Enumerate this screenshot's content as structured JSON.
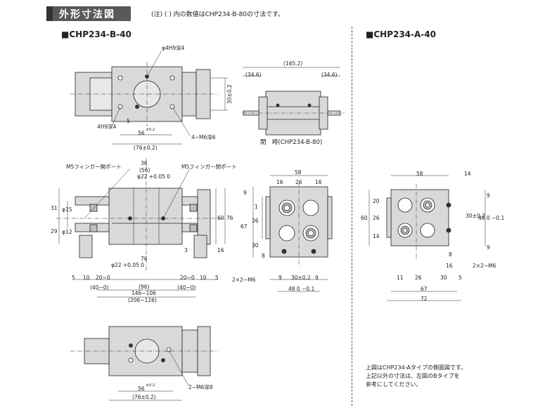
{
  "header": {
    "title": "外形寸法図",
    "note": "(注) ( ) 内の数値はCHP234-B-80の寸法です。"
  },
  "sections": {
    "left": "■CHP234-B-40",
    "right": "■CHP234-A-40"
  },
  "top_view": {
    "callout_bore": "φ4H9深4",
    "callout_bore2": "4H9深4",
    "callout_tap": "4−M6深6",
    "dim_width": "56",
    "dim_width_tol": "±0.2",
    "dim_width_alt": "(76±0.2)",
    "dim_small": "5",
    "dim_height": "30±0.2"
  },
  "closed_view": {
    "dim_total": "(165.2)",
    "dim_left": "(34.6)",
    "dim_right": "(34.6)",
    "caption": "閉　時(CHP234-B-80)"
  },
  "front_view": {
    "port_left": "M5フィンガー開ポート",
    "port_right": "M5フィンガー閉ポート",
    "dim_36": "36",
    "dim_56": "(56)",
    "bore_top": "φ22 +0.05 0",
    "dim_31": "31",
    "dim_29": "29",
    "dia_15": "φ15",
    "dia_12": "φ12",
    "dim_60": "60",
    "dim_76": "76",
    "dim_16": "16",
    "dim_3": "3",
    "bore_bottom": "φ22 +0.05 0",
    "dim_76b": "76",
    "dim_96": "(96)",
    "dim_5a": "5",
    "dim_10a": "10",
    "dim_20a": "20~0",
    "dim_40a": "(40~0)",
    "dim_20b": "20~0",
    "dim_40b": "(40~0)",
    "dim_10b": "10",
    "dim_5b": "5",
    "dim_range": "146~106",
    "dim_range_alt": "(206~126)"
  },
  "side_view_b": {
    "dim_58": "58",
    "dim_16a": "16",
    "dim_26": "26",
    "dim_16b": "16",
    "dim_9": "9",
    "dim_1": "1",
    "dim_26v": "26",
    "dim_67": "67",
    "dim_30": "30",
    "dim_8": "8",
    "dim_2x2": "2×2−M6",
    "dim_9a": "9",
    "dim_30b": "30±0.2",
    "dim_9b": "9",
    "dim_48": "48 0 −0.1"
  },
  "bottom_view": {
    "dim_56": "56",
    "dim_56_tol": "±0.2",
    "dim_76": "(76±0.2)",
    "callout": "2−M6深8"
  },
  "side_view_a": {
    "dim_58": "58",
    "dim_14": "14",
    "dim_9a": "9",
    "dim_20": "20",
    "dim_60": "60",
    "dim_26": "26",
    "dim_30v": "30±0.2",
    "dim_48": "48 0 −0.1",
    "dim_14v": "14",
    "dim_8": "8",
    "dim_9b": "9",
    "dim_16": "16",
    "dim_2x2": "2×2−M6",
    "dim_11": "11",
    "dim_26h": "26",
    "dim_30h": "30",
    "dim_5": "5",
    "dim_67": "67",
    "dim_72": "72"
  },
  "footer": {
    "line1": "上図はCHP234-Aタイプの側面図です。",
    "line2": "上記以外の寸法は、左図のBタイプを",
    "line3": "参考にしてください。"
  },
  "colors": {
    "body_fill": "#d9d9d9",
    "body_dark": "#bfbfbf",
    "line": "#222222",
    "header_bg": "#595959"
  }
}
